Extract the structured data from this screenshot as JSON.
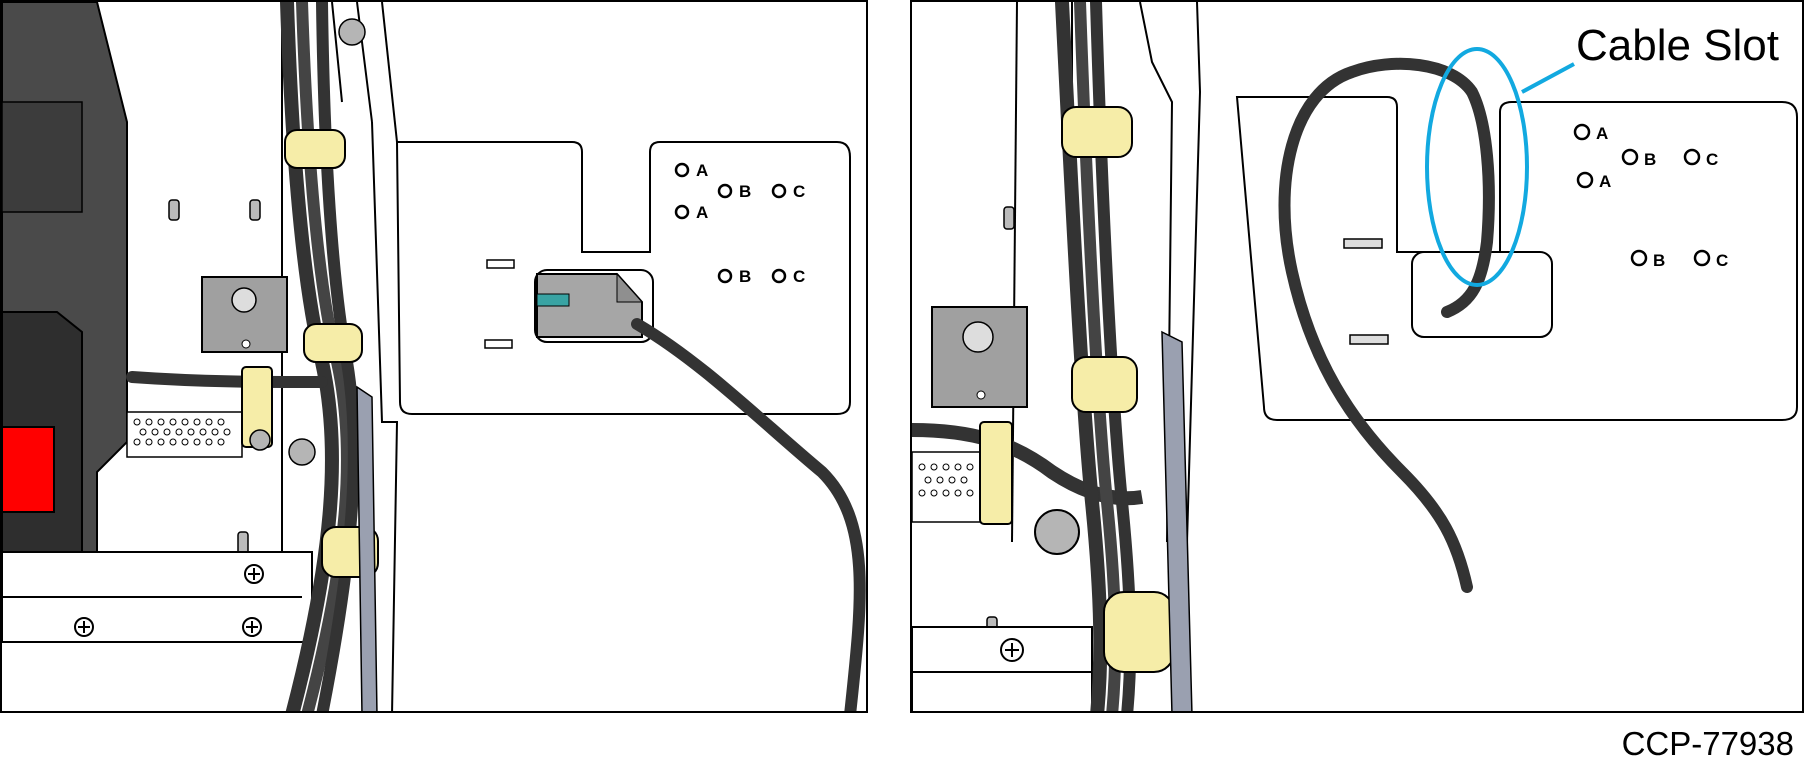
{
  "callout": {
    "label": "Cable Slot",
    "color": "#12a9e0"
  },
  "figure_id": "CCP-77938",
  "left_panel": {
    "hole_labels": [
      "A",
      "B",
      "C",
      "A",
      "B",
      "C"
    ]
  },
  "right_panel": {
    "hole_labels": [
      "A",
      "B",
      "C",
      "A",
      "B",
      "C"
    ]
  },
  "colors": {
    "cable": "#333333",
    "cable_tie": "#f6eda8",
    "red_switch": "#ff0000",
    "bracket_gray": "#a0a0a0",
    "dark_housing": "#4a4a4a",
    "connector_teal": "#39a3a3"
  }
}
